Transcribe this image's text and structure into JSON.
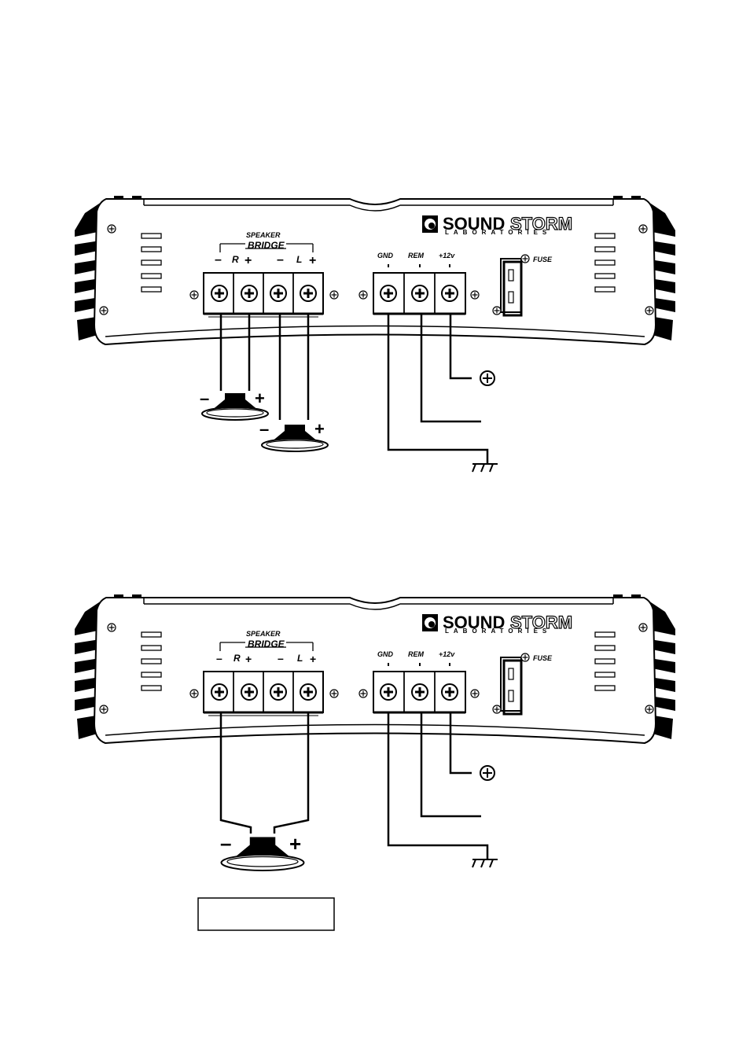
{
  "brand": {
    "name_bold": "SOUND",
    "name_outline": "STORM",
    "subtitle": "LABORATORIES"
  },
  "labels": {
    "speaker": "SPEAKER",
    "bridge": "BRIDGE",
    "channel_right": "R",
    "channel_left": "L",
    "minus": "–",
    "plus": "+",
    "gnd": "GND",
    "rem": "REM",
    "power": "+12v",
    "fuse": "FUSE"
  },
  "diagrams": [
    {
      "name": "stereo-connection",
      "speakers": 2
    },
    {
      "name": "bridged-connection",
      "speakers": 1
    }
  ],
  "caption_box": ""
}
